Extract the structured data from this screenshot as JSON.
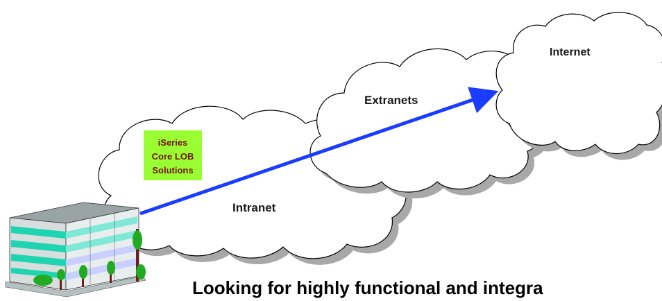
{
  "clouds": {
    "intranet": "Intranet",
    "extranets": "Extranets",
    "internet": "Internet"
  },
  "lob_box": {
    "line1": "iSeries",
    "line2": "Core LOB",
    "line3": "Solutions",
    "fill": "#99ff33",
    "text_color": "#7a1010"
  },
  "arrow_color": "#1a3cff",
  "caption": "Looking for highly functional and integra"
}
